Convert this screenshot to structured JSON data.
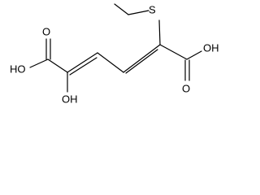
{
  "molecule": {
    "labels": {
      "s": "S",
      "oh_left": "HO",
      "oh_right": "OH",
      "oh_bottom": "OH",
      "o_left": "O",
      "o_right": "O"
    },
    "colors": {
      "bond": "#000000",
      "text": "#000000",
      "background": "#ffffff"
    }
  }
}
